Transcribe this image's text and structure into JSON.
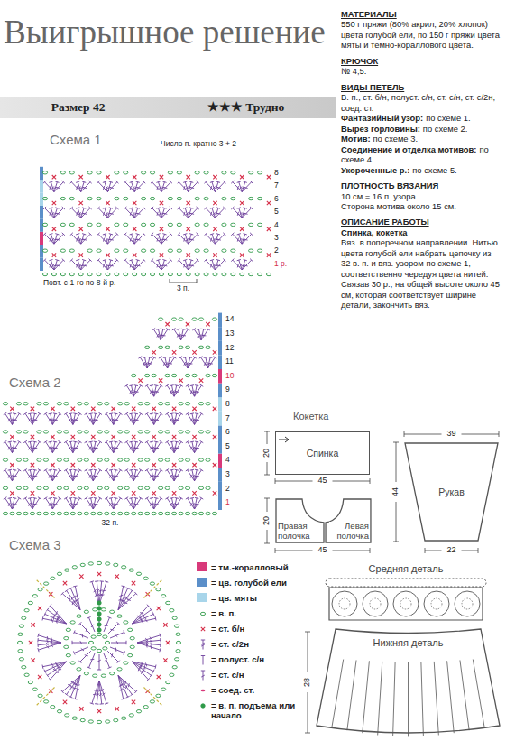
{
  "diagram": {
    "title": "Выигрышное решение",
    "nodes": [
      {
        "text": [
          "Размер 42",
          "★★★ Трудно"
        ]
      },
      {
        "text": [
          "Спинка"
        ]
      },
      {
        "text": [
          "Правая полочка"
        ]
      },
      {
        "text": [
          "Левая полочка"
        ]
      },
      {
        "text": [
          "Рукав"
        ]
      },
      {
        "text": [
          "Средняя деталь"
        ]
      },
      {
        "text": [
          "Нижняя деталь"
        ]
      }
    ],
    "labels": [
      "МАТЕРИАЛЫ",
      "550 г пряжи (80% акрил, 20% хлопок) цвета голубой ели, по 150 г пряжи цвета мяты и темно-кораллового цвета.",
      "КРЮЧОК",
      "№ 4,5.",
      "ВИДЫ ПЕТЕЛЬ",
      "В. п., ст. б/н, полуст. с/н, ст. с/н, ст. с/2н, соед. ст.",
      "Фантазийный узор:",
      "по схеме 1.",
      "Вырез горловины:",
      "по схеме 2.",
      "Мотив:",
      "по схеме 3.",
      "Соединение и отделка мотивов:",
      "по схеме 4.",
      "Укороченные р.:",
      "по схеме 5.",
      "ПЛОТНОСТЬ ВЯЗАНИЯ",
      "10 см = 16 п. узора.",
      "Сторона мотива около 15 см.",
      "ОПИСАНИЕ РАБОТЫ",
      "Спинка, кокетка",
      "Вяз. в поперечном направлении. Нитью цвета голубой ели набрать цепочку из 32 в. п. и вяз. узором по схеме 1, соответственно чередуя цвета нитей. Связав 30 р., на общей высоте около 45 см, которая соответствует ширине детали, закончить вяз.",
      "Схема 1",
      "Число п. кратно 3 + 2",
      "8",
      "7",
      "6",
      "5",
      "4",
      "3",
      "2",
      "1 р.",
      "Повт. с 1-го по 8-й р.",
      "3 п.",
      "Схема 2",
      "14",
      "13",
      "12",
      "11",
      "10",
      "9",
      "8",
      "7",
      "6",
      "5",
      "4",
      "3",
      "2",
      "1",
      "32 п.",
      "Схема 3",
      "Кокетка",
      "20",
      "45",
      "20",
      "45",
      "39",
      "44",
      "22",
      "28"
    ],
    "legend": [
      {
        "text": "= тм.-коралловый",
        "color": "#d8397a"
      },
      {
        "text": "= цв. голубой ели",
        "color": "#5b8fc9"
      },
      {
        "text": "= цв. мяты",
        "color": "#a8d5ea"
      },
      {
        "text": "= в. п."
      },
      {
        "text": "= ст. б/н"
      },
      {
        "text": "= ст. с/2н"
      },
      {
        "text": "= полуст. с/н"
      },
      {
        "text": "= ст. с/н"
      },
      {
        "text": "= соед. ст."
      },
      {
        "text": "= в. п. подъема или начало"
      }
    ]
  }
}
